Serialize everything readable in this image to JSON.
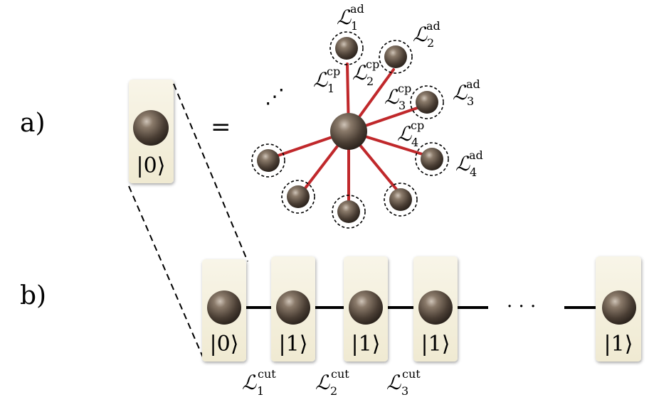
{
  "panel_a": {
    "label": "a)",
    "equals": "=",
    "box_ket": "|0⟩",
    "dots": "⋰",
    "coupling_labels": [
      {
        "cal": "ℒ",
        "sub": "1",
        "sup": "cp"
      },
      {
        "cal": "ℒ",
        "sub": "2",
        "sup": "cp"
      },
      {
        "cal": "ℒ",
        "sub": "3",
        "sup": "cp"
      },
      {
        "cal": "ℒ",
        "sub": "4",
        "sup": "cp"
      }
    ],
    "adjoint_labels": [
      {
        "cal": "ℒ",
        "sub": "1",
        "sup": "ad"
      },
      {
        "cal": "ℒ",
        "sub": "2",
        "sup": "ad"
      },
      {
        "cal": "ℒ",
        "sub": "3",
        "sup": "ad"
      },
      {
        "cal": "ℒ",
        "sub": "4",
        "sup": "ad"
      }
    ]
  },
  "panel_b": {
    "label": "b)",
    "kets": [
      "|0⟩",
      "|1⟩",
      "|1⟩",
      "|1⟩",
      "|1⟩"
    ],
    "dots": "· · ·",
    "cut_labels": [
      {
        "cal": "ℒ",
        "sub": "1",
        "sup": "cut"
      },
      {
        "cal": "ℒ",
        "sub": "2",
        "sup": "cut"
      },
      {
        "cal": "ℒ",
        "sub": "3",
        "sup": "cut"
      }
    ]
  },
  "colors": {
    "box_fill": "#f5f1e1",
    "bond_red": "#c0282b",
    "chain_black": "#000000",
    "ball_dark": "#3e342c",
    "ball_light": "#a99a8a"
  }
}
